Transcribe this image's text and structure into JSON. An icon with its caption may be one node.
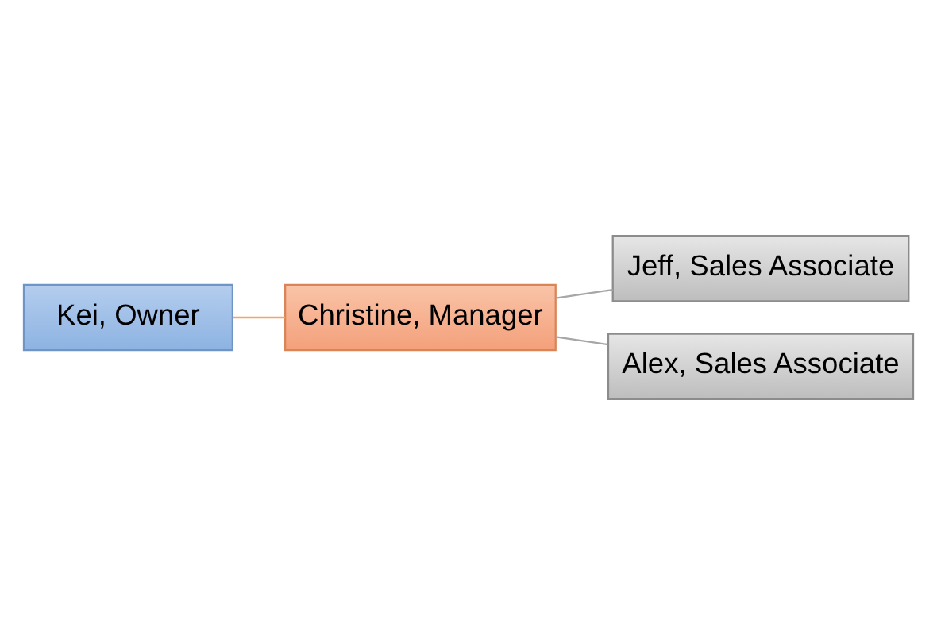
{
  "diagram": {
    "nodes": [
      {
        "text": [
          "Kei, Owner"
        ]
      },
      {
        "text": [
          "Christine, Manager"
        ]
      },
      {
        "text": [
          "Jeff, Sales Associate"
        ]
      },
      {
        "text": [
          "Alex, Sales Associate"
        ]
      }
    ],
    "edges": [
      {
        "from": 0,
        "to": 1,
        "arrow": "none",
        "color": "#f4a46c"
      },
      {
        "from": 1,
        "to": 2,
        "arrow": "none"
      },
      {
        "from": 1,
        "to": 3,
        "arrow": "none"
      }
    ]
  }
}
